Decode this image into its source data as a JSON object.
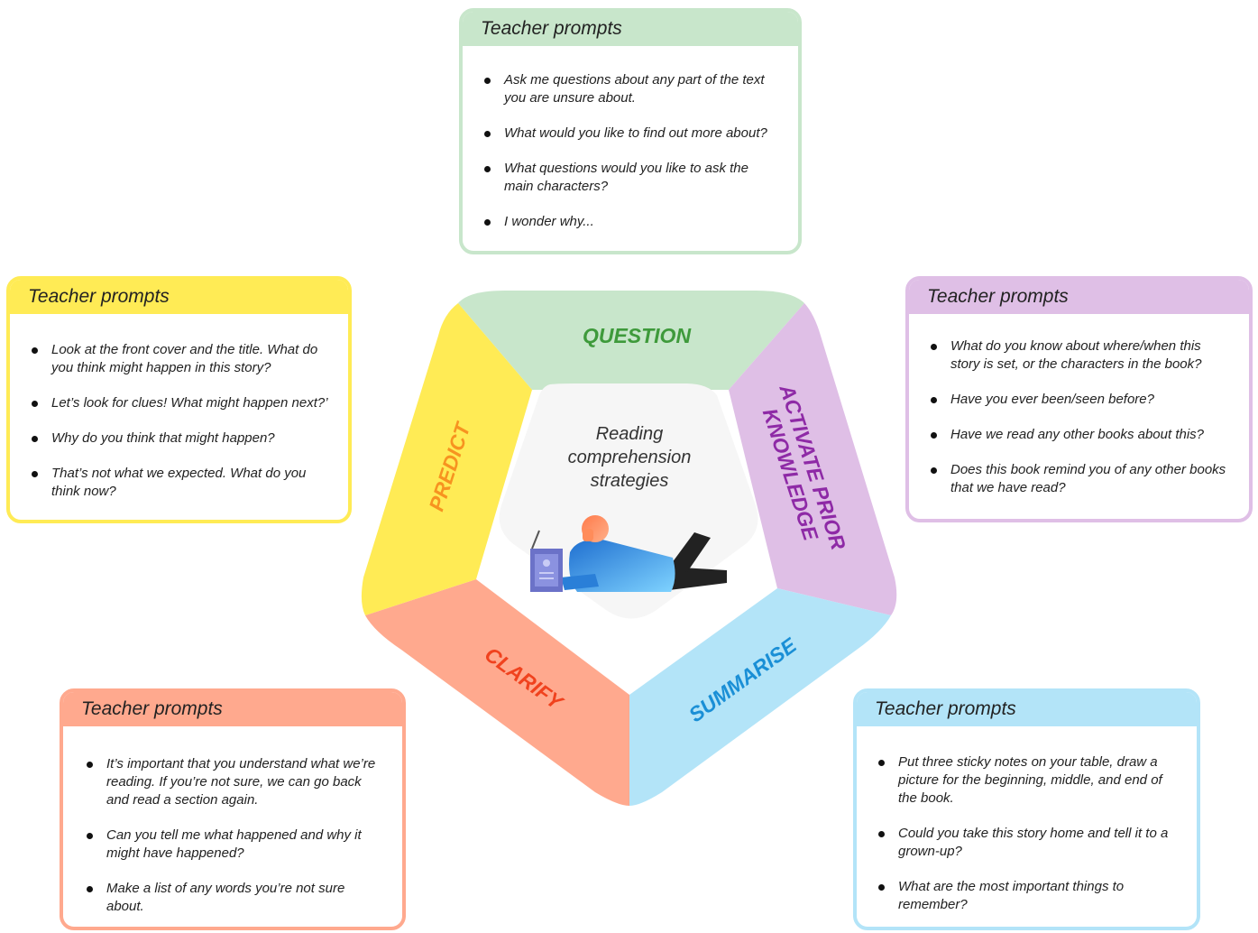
{
  "center": {
    "title_lines": [
      "Reading",
      "comprehension",
      "strategies"
    ]
  },
  "segments": {
    "question": {
      "label": "QUESTION",
      "color": "#c8e6cb",
      "text_color": "#3e9a3b"
    },
    "activate": {
      "label_line1": "ACTIVATE PRIOR",
      "label_line2": "KNOWLEDGE",
      "color": "#dfbfe6",
      "text_color": "#8e2aa6"
    },
    "summarise": {
      "label": "SUMMARISE",
      "color": "#b3e4f8",
      "text_color": "#1a8fd6"
    },
    "clarify": {
      "label": "CLARIFY",
      "color": "#ffa98e",
      "text_color": "#f0421e"
    },
    "predict": {
      "label": "PREDICT",
      "color": "#ffeb55",
      "text_color": "#f79320"
    }
  },
  "cards": {
    "question": {
      "heading": "Teacher prompts",
      "items": [
        "Ask me questions about any part of the text you are unsure about.",
        "What would you like to find out more about?",
        "What questions would you like to ask the main characters?",
        "I wonder why..."
      ]
    },
    "predict": {
      "heading": "Teacher prompts",
      "items": [
        "Look at the front cover and the title. What do you think might happen in this story?",
        "Let’s look for clues! What might happen next?’",
        "Why do you think that might happen?",
        "That’s not what we expected. What do you think now?"
      ]
    },
    "activate": {
      "heading": "Teacher prompts",
      "items": [
        "What do you know about where/when this story is set, or the characters in the book?",
        "Have you ever been/seen before?",
        "Have we read any other books about this?",
        "Does this book remind you of any other books that we have read?"
      ]
    },
    "clarify": {
      "heading": "Teacher prompts",
      "items": [
        "It’s important that you understand what we’re reading. If you’re not sure, we can go back and read a section again.",
        "Can you tell me what happened and why it might have happened?",
        "Make a list of any words you’re not sure about."
      ]
    },
    "summarise": {
      "heading": "Teacher prompts",
      "items": [
        "Put three sticky notes on your table, draw a picture for the beginning, middle, and end of the book.",
        "Could you take this story home and tell it to a grown-up?",
        "What are the most important things to remember?"
      ]
    }
  }
}
